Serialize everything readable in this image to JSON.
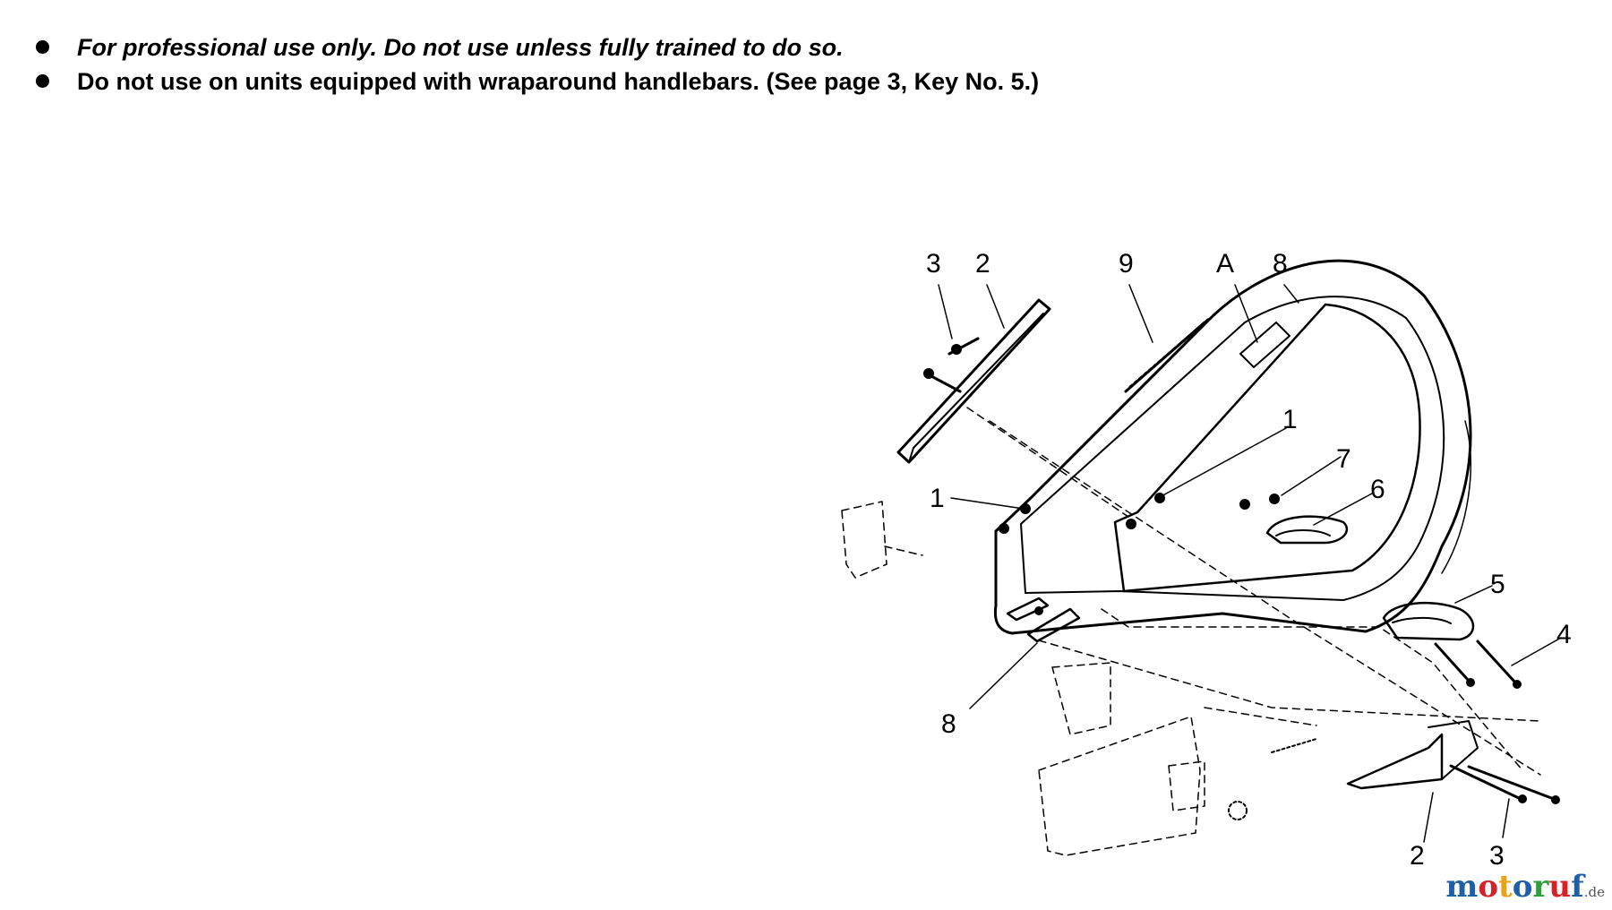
{
  "notes": [
    {
      "text": "For professional use only. Do not use unless fully trained to do so.",
      "italic": true
    },
    {
      "text": "Do not use on units equipped with wraparound handlebars. (See page 3, Key No. 5.)",
      "italic": false
    }
  ],
  "callouts": {
    "top_3": "3",
    "top_2": "2",
    "top_9": "9",
    "top_A": "A",
    "top_8": "8",
    "mid_1_right": "1",
    "mid_7": "7",
    "mid_6": "6",
    "left_1": "1",
    "right_5": "5",
    "right_4": "4",
    "bottom_8": "8",
    "bottom_2": "2",
    "bottom_3": "3"
  },
  "watermark": {
    "letters": [
      "m",
      "o",
      "t",
      "o",
      "r",
      "u",
      "f"
    ],
    "letter_colors": [
      "#1f5fa8",
      "#d2232a",
      "#e8a317",
      "#1f5fa8",
      "#2e9e3f",
      "#d2232a",
      "#1f5fa8"
    ],
    "suffix": ".de"
  }
}
